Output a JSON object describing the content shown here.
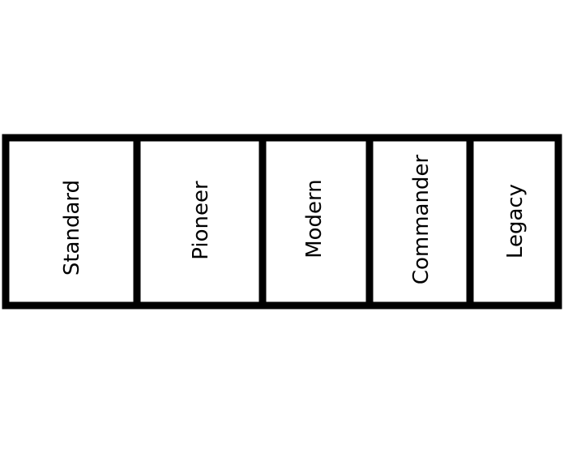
{
  "diagram": {
    "cells": [
      {
        "label": "Standard"
      },
      {
        "label": "Pioneer"
      },
      {
        "label": "Modern"
      },
      {
        "label": "Commander"
      },
      {
        "label": "Legacy"
      }
    ],
    "colors": {
      "background": "#ffffff",
      "border": "#000000",
      "text": "#000000"
    }
  }
}
